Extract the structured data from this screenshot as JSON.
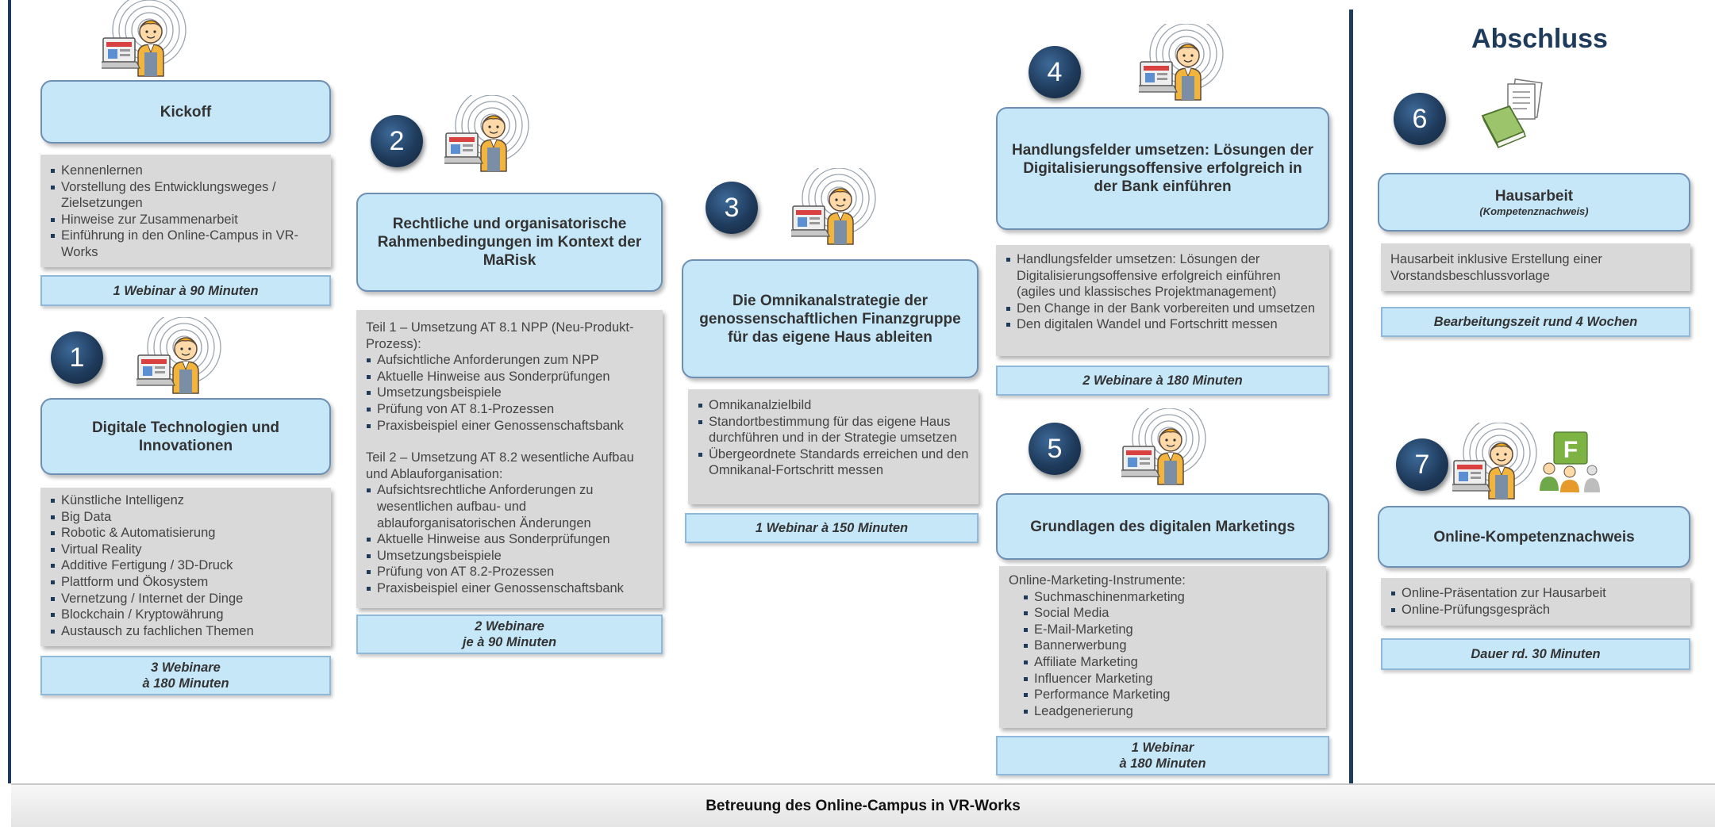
{
  "abschluss_heading": "Abschluss",
  "modules": [
    {
      "id": "kickoff",
      "number": "",
      "title": "Kickoff",
      "items": [
        "Kennenlernen",
        "Vorstellung des Entwicklungsweges / Zielsetzungen",
        "Hinweise zur Zusammenarbeit",
        "Einführung in den Online-Campus in VR-Works"
      ],
      "duration": [
        "1 Webinar à 90 Minuten"
      ]
    },
    {
      "id": "m1",
      "number": "1",
      "title": "Digitale Technologien und Innovationen",
      "items": [
        "Künstliche Intelligenz",
        "Big Data",
        "Robotic & Automatisierung",
        "Virtual Reality",
        "Additive Fertigung / 3D-Druck",
        "Plattform und Ökosystem",
        "Vernetzung / Internet der Dinge",
        "Blockchain / Kryptowährung",
        "Austausch zu fachlichen Themen"
      ],
      "duration": [
        "3 Webinare",
        "à 180 Minuten"
      ]
    },
    {
      "id": "m2",
      "number": "2",
      "title": "Rechtliche und organisatorische Rahmenbedingungen im Kontext der MaRisk",
      "part1_heading": "Teil 1 – Umsetzung AT 8.1 NPP (Neu-Produkt-Prozess):",
      "part1_items": [
        "Aufsichtliche Anforderungen zum NPP",
        "Aktuelle Hinweise aus Sonderprüfungen",
        "Umsetzungsbeispiele",
        "Prüfung von AT 8.1-Prozessen",
        "Praxisbeispiel einer Genossenschaftsbank"
      ],
      "part2_heading": "Teil 2 – Umsetzung AT 8.2 wesentliche Aufbau und Ablauforganisation:",
      "part2_items": [
        "Aufsichtsrechtliche Anforderungen zu wesentlichen aufbau- und ablauforganisatorischen Änderungen",
        "Aktuelle Hinweise aus Sonderprüfungen",
        "Umsetzungsbeispiele",
        "Prüfung von AT 8.2-Prozessen",
        "Praxisbeispiel einer Genossenschaftsbank"
      ],
      "duration": [
        "2 Webinare",
        "je à 90 Minuten"
      ]
    },
    {
      "id": "m3",
      "number": "3",
      "title": "Die Omnikanalstrategie der genossenschaftlichen Finanzgruppe für das eigene Haus ableiten",
      "items": [
        "Omnikanalzielbild",
        "Standortbestimmung für das eigene Haus durchführen und in der Strategie umsetzen",
        "Übergeordnete Standards erreichen und den Omnikanal-Fortschritt messen"
      ],
      "duration": [
        "1 Webinar à 150 Minuten"
      ]
    },
    {
      "id": "m4",
      "number": "4",
      "title": "Handlungsfelder umsetzen: Lösungen der Digitalisierungsoffensive erfolgreich in der Bank einführen",
      "items": [
        "Handlungsfelder umsetzen: Lösungen der Digitalisierungsoffensive erfolgreich einführen (agiles und klassisches Projektmanagement)",
        "Den Change in der Bank vorbereiten und umsetzen",
        "Den digitalen Wandel und Fortschritt messen"
      ],
      "duration": [
        "2 Webinare à 180 Minuten"
      ]
    },
    {
      "id": "m5",
      "number": "5",
      "title": "Grundlagen des digitalen Marketings",
      "intro": "Online-Marketing-Instrumente:",
      "items": [
        "Suchmaschinenmarketing",
        "Social Media",
        "E-Mail-Marketing",
        "Bannerwerbung",
        "Affiliate Marketing",
        "Influencer Marketing",
        "Performance Marketing",
        "Leadgenerierung"
      ],
      "duration": [
        "1 Webinar",
        "à 180 Minuten"
      ]
    },
    {
      "id": "m6",
      "number": "6",
      "title": "Hausarbeit",
      "subtitle": "(Kompetenznachweis)",
      "text": "Hausarbeit inklusive Erstellung einer Vorstandsbeschlussvorlage",
      "duration": [
        "Bearbeitungszeit rund 4 Wochen"
      ]
    },
    {
      "id": "m7",
      "number": "7",
      "title": "Online-Kompetenznachweis",
      "items": [
        "Online-Präsentation zur Hausarbeit",
        "Online-Prüfungsgespräch"
      ],
      "duration": [
        "Dauer rd. 30 Minuten"
      ],
      "icon_letter": "F"
    }
  ],
  "footer": "Betreuung des Online-Campus in VR-Works",
  "colors": {
    "title_fill": "#c6e7f7",
    "title_border": "#6d8fb3",
    "content_fill": "#d9d9d9",
    "number_fill": "#1f3b5c",
    "heading": "#1f3b5c"
  }
}
